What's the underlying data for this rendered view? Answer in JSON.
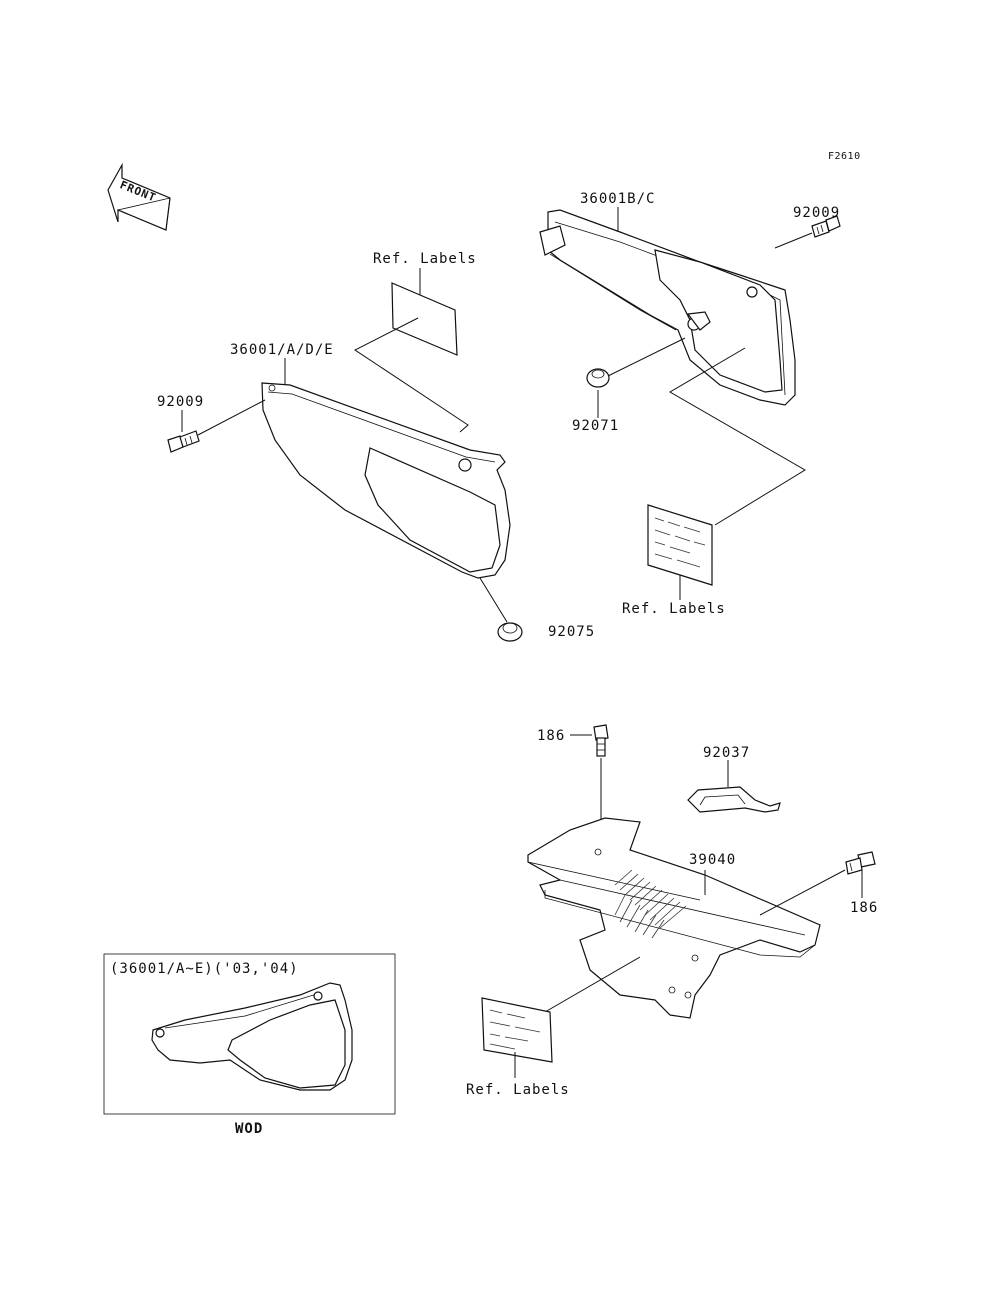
{
  "figure_code": "F2610",
  "front_arrow_label": "FRONT",
  "callouts": {
    "ref_labels_top_left": "Ref. Labels",
    "part_36001_ade": "36001/A/D/E",
    "part_92009_left": "92009",
    "part_92075": "92075",
    "part_36001_bc": "36001B/C",
    "part_92009_right": "92009",
    "part_92071": "92071",
    "ref_labels_right": "Ref. Labels",
    "part_186_top": "186",
    "part_92037": "92037",
    "part_39040": "39040",
    "part_186_right": "186",
    "ref_labels_bottom": "Ref. Labels"
  },
  "inset": {
    "title": "(36001/A~E)('03,'04)",
    "caption": "WOD"
  }
}
